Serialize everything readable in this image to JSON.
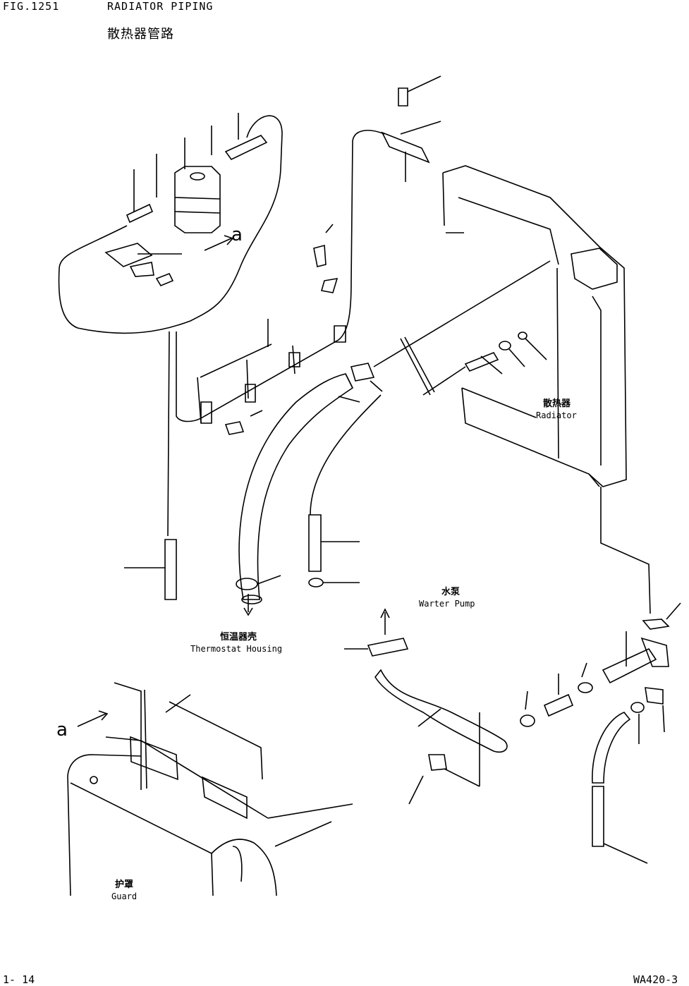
{
  "header": {
    "figure_number": "FIG.1251",
    "title_en": "RADIATOR PIPING",
    "title_cn": "散热器管路"
  },
  "labels": {
    "radiator": {
      "cn": "散热器",
      "en": "Radiator"
    },
    "water_pump": {
      "cn": "水泵",
      "en": "Warter Pump"
    },
    "thermostat_housing": {
      "cn": "恒温器壳",
      "en": "Thermostat Housing"
    },
    "guard": {
      "cn": "护罩",
      "en": "Guard"
    },
    "view_arrow_top": "a",
    "view_arrow_bottom": "a"
  },
  "footer": {
    "page": "1- 14",
    "model": "WA420-3"
  }
}
